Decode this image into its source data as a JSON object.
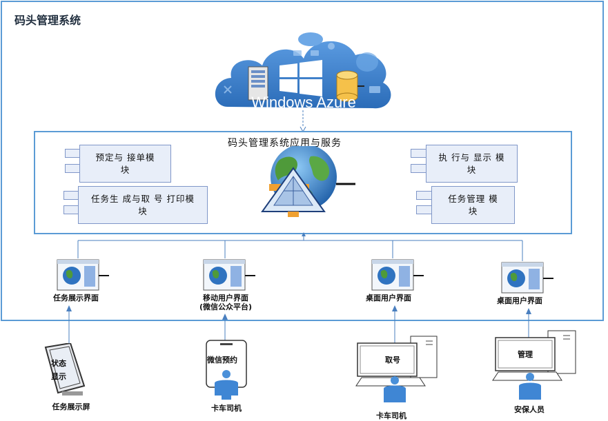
{
  "system_title": "码头管理系统",
  "cloud": {
    "label": "Windows Azure",
    "icons": [
      "server-icon",
      "windows-logo-icon",
      "database-icon",
      "cloud-icon"
    ]
  },
  "app": {
    "title": "码头管理系统应用与服务",
    "modules": [
      {
        "label": "预定与接单模块",
        "line1": "预定与 接单模",
        "line2": "块"
      },
      {
        "label": "任务生成与取号打印模块",
        "line1": "任务生 成与取 号 打印模",
        "line2": "块"
      },
      {
        "label": "执行与显示模块",
        "line1": "执 行与 显示 模",
        "line2": "块"
      },
      {
        "label": "任务管理模块",
        "line1": "任务管理 模",
        "line2": "块"
      }
    ]
  },
  "interfaces": [
    {
      "line1": "任务展示界面",
      "line2": ""
    },
    {
      "line1": "移动用户界面",
      "line2": "(微信公众平台)"
    },
    {
      "line1": "桌面用户界面",
      "line2": ""
    },
    {
      "line1": "桌面用户界面",
      "line2": ""
    }
  ],
  "devices": [
    {
      "screen_line1": "状态",
      "screen_line2": "显示",
      "label": "任务展示屏"
    },
    {
      "screen_line1": "微信预约",
      "label": "卡车司机"
    },
    {
      "screen_line1": "取号",
      "label": "卡车司机"
    },
    {
      "screen_line1": "管理",
      "label": "安保人员"
    }
  ],
  "colors": {
    "border": "#5b9bd5",
    "cloud": "#3a7dc9",
    "module_fill": "#e8eef9",
    "module_border": "#7f96c8",
    "connector": "#4a7fbf"
  }
}
